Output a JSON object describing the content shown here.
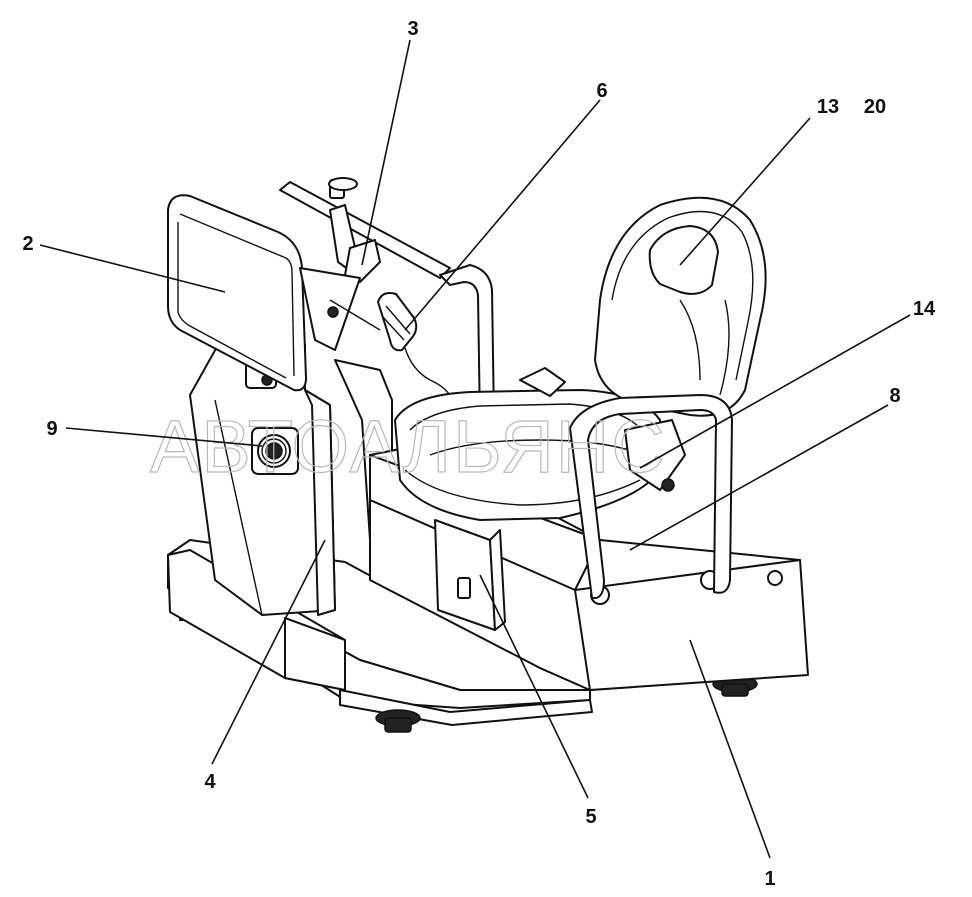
{
  "watermark": "АВТОАЛЬЯНС",
  "callouts": [
    {
      "id": "1",
      "label": "1"
    },
    {
      "id": "2",
      "label": "2"
    },
    {
      "id": "3",
      "label": "3"
    },
    {
      "id": "4",
      "label": "4"
    },
    {
      "id": "5",
      "label": "5"
    },
    {
      "id": "6",
      "label": "6"
    },
    {
      "id": "8",
      "label": "8"
    },
    {
      "id": "9",
      "label": "9"
    },
    {
      "id": "13",
      "label": "13"
    },
    {
      "id": "14",
      "label": "14"
    },
    {
      "id": "20",
      "label": "20"
    }
  ]
}
